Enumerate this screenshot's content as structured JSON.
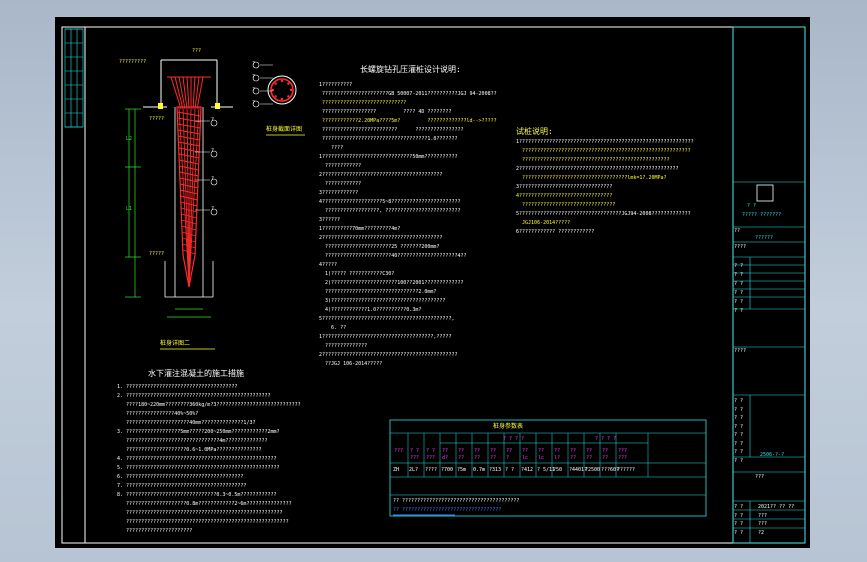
{
  "main_title": "长螺旋钻孔压灌桩设计说明:",
  "test_pile_title": "试桩说明:",
  "construction_title": "水下灌注混凝土的施工措施",
  "left_drawing_title": "桩身详图二",
  "section_title": "桩身截面详图",
  "table_title": "桩身参数表",
  "top_label": "???",
  "top_left_note": "?????????",
  "level_tags": [
    "?????",
    "?????"
  ],
  "dimension_labels": [
    "L2",
    "L1"
  ],
  "section_callouts": [
    "?",
    "?",
    "?",
    "?"
  ],
  "pile_callouts": [
    "?",
    "?",
    "?",
    "?"
  ],
  "main_lines": [
    "1??????????",
    " ??????????????????????GB 50007-2011??????????JGJ 94-2008??",
    " ????????????????????????????",
    " ??????????????????         ???? 4D ????????",
    " ????????????2.20MPa????5m?         ?????????????ld-->?????",
    " ?????????????????????????      ????????????????",
    " ???????????????????????????????????1.0???????",
    "    ????",
    "1??????????????????????????????50mm???????????",
    "  ????????????",
    "2????????????????????????????????????????",
    "  ????????????",
    "3????????????",
    "4????????????????????5~8???????????????????????",
    "  ??????????????????, ?????????????????????????",
    "3??????",
    "1??????????70mm?????????4m?",
    "2????????????????????????????????????????",
    "  ??????????????????????25 ???????200mm?",
    "  ??????????????????????40????????????????????4??",
    "4?????",
    "  1)????? ???????????C30?",
    "  2)??????????????????????100??2001?????????????",
    "  ???????????????????????????????2.0mm?",
    "  3)??????????????????????????????????????",
    "  4)????????????1.0??????????0.3m?",
    "5???????????????????????????????????????????,",
    "    6. ??",
    "1?????????????????????????????????????,?????",
    "  ??????????????",
    "2?????????????????????????????????????????????",
    "  ??JGJ 106-2014?????"
  ],
  "test_lines": [
    "1??????????????????????????????????????????????????????????",
    "  ????????????????????????????????????????????????????????",
    "  ?????????????????????????????????????????????????",
    "2?????????????????????????????????????????????????????",
    "  ???????????????????????????????????lmk=1?.20MPa?",
    "3???????????????????????????????",
    "4???????????????????????????????",
    "  ???????????????????????????????",
    "5??????????????????????????????????JGJ94-2008?????????????",
    "  JGJ106-2014?????",
    "6???????????? ????????????"
  ],
  "construction_lines": [
    "1. ?????????????????????????????????????",
    "2. ????????????????????????????????????????????????",
    "   ????180~220mm????????360kg/m?3????????????????????????????",
    "   ????????????????40%~50%?",
    "   ?????????????????????40mm??????????????1/3?",
    "3. ??????????????????5mm?????200~250mm????????????2mm?",
    "   ???????????????????????????????4m??????????????",
    "   ????????????????????0.6~1.0MPa???????????????",
    "4. ??????????????????????????????????????????????????",
    "5. ???????????????????????????????????????????????????",
    "6. ???????????????????????????????????????",
    "7. ????????????????????????????????????????",
    "8. ??????????????????????????????0.3~0.5m????????????",
    "   ????????????????????0.8m????????????2~6m???????????????",
    "   ????????????????????????????????????????????????????",
    "   ??????????????????????????????????????????????????????",
    "   ??????????????????????"
  ],
  "table": {
    "group_headers": [
      "? ? ? ?",
      "? ? ? ?"
    ],
    "headers": [
      "???",
      "? ?\n???",
      "? ?\n???",
      "??\nd?",
      "??\n??",
      "??\n??",
      "??\n??",
      "??\n?",
      "??\nlc",
      "??\nlc",
      "??\nl?",
      "??\n??",
      "??\n??",
      "??\n??",
      "???\n???"
    ],
    "row": [
      "ZH",
      "2L?",
      "????",
      "?700",
      "?5m",
      "0.7m",
      "?313",
      "? ?",
      "?412",
      "? 5/11",
      "?50",
      "?4401?",
      "?2500",
      "???60?",
      "??????"
    ],
    "notes": [
      "?? ???????????????????????????????????????",
      "?? ?????????????????????????????????"
    ]
  },
  "title_block": {
    "logo_text": "? ?",
    "company": "????? ???????",
    "project_label": "??",
    "project_value": "??????",
    "subproject_label": "????",
    "rows": [
      "? ?",
      "? ?",
      "? ?",
      "? ?",
      "? ?",
      "? ?"
    ],
    "drawing_label": "????",
    "sign_rows": [
      "? ?",
      "? ?",
      "? ?",
      "? ?",
      "? ?",
      "? ?",
      "? ?",
      "? ?"
    ],
    "drawing_no": "2506-?-?",
    "scale_label": "???",
    "bottom_rows": [
      [
        "? ?",
        "2021?? ?? ??"
      ],
      [
        "? ?",
        "???"
      ],
      [
        "? ?",
        "???"
      ],
      [
        "? ?",
        "?2"
      ]
    ]
  }
}
